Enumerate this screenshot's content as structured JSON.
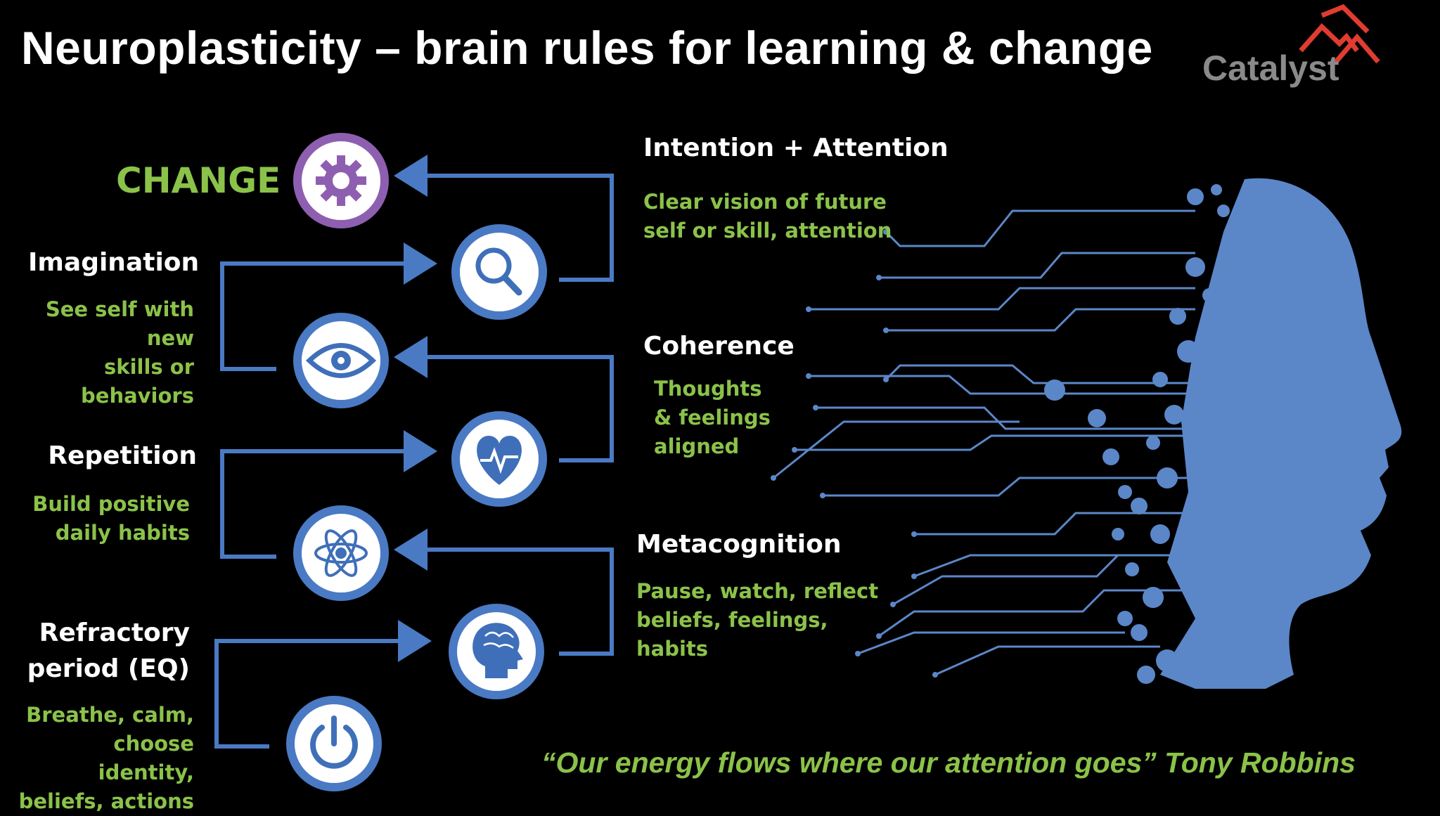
{
  "title": "Neuroplasticity – brain rules for learning & change",
  "logo": {
    "text": "Catalyst",
    "accent_color": "#e03c31"
  },
  "change_label": "CHANGE",
  "left_rules": [
    {
      "heading": "Imagination",
      "text": "See self with new\nskills or behaviors"
    },
    {
      "heading": "Repetition",
      "text": "Build positive\ndaily habits"
    },
    {
      "heading": "Refractory\nperiod (EQ)",
      "text": "Breathe, calm,\nchoose identity,\nbeliefs, actions"
    }
  ],
  "right_rules": [
    {
      "heading": "Intention + Attention",
      "text": "Clear vision of future\nself or skill, attention"
    },
    {
      "heading": "Coherence",
      "text": "Thoughts\n& feelings\naligned"
    },
    {
      "heading": "Metacognition",
      "text": "Pause, watch, reflect\nbeliefs, feelings,\nhabits"
    }
  ],
  "icons": [
    "gear-icon",
    "magnifier-icon",
    "eye-icon",
    "heart-pulse-icon",
    "atom-icon",
    "brain-head-icon",
    "power-icon"
  ],
  "quote": "“Our energy flows where our attention goes” Tony Robbins",
  "colors": {
    "accent_green": "#8bc24a",
    "blue": "#4a7ac4",
    "circuit_blue": "#5b87c9",
    "purple": "#8e5fb0"
  }
}
